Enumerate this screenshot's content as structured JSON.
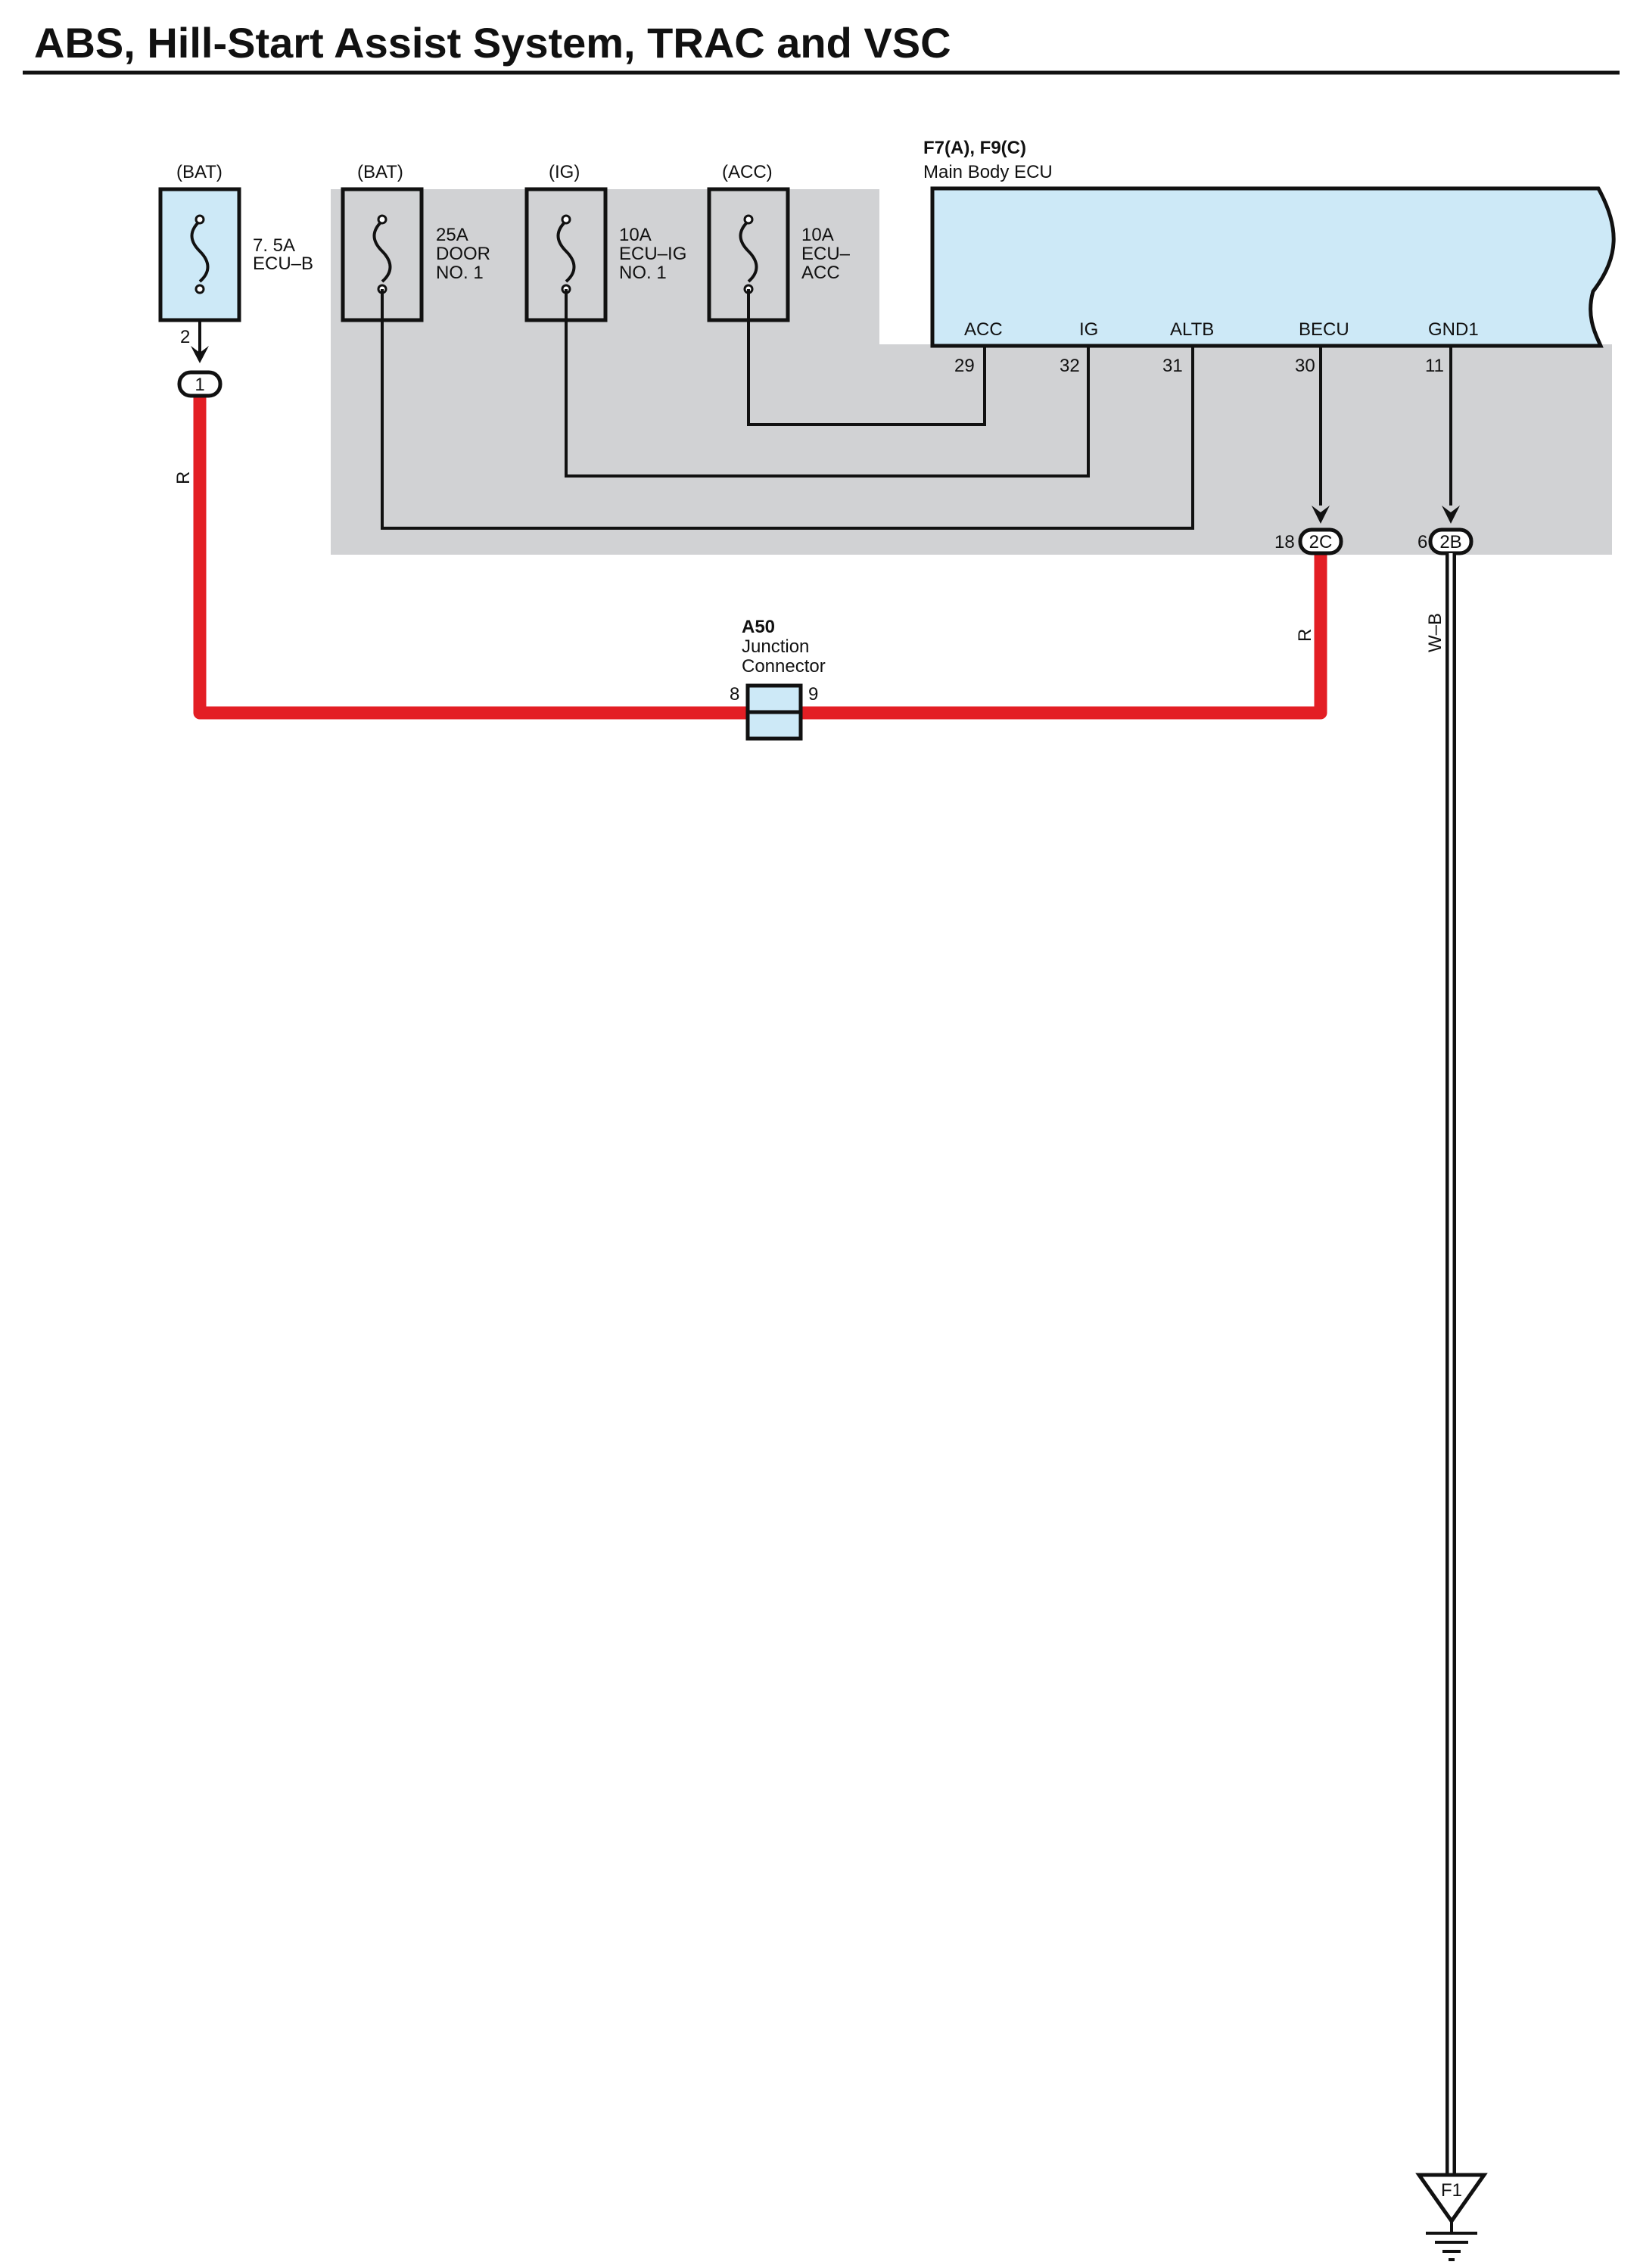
{
  "title": "ABS, Hill-Start Assist System, TRAC and VSC",
  "fuses": [
    {
      "supply": "(BAT)",
      "rating": "7. 5A",
      "name1": "ECU–B",
      "name2": ""
    },
    {
      "supply": "(BAT)",
      "rating": "25A",
      "name1": "DOOR",
      "name2": "NO. 1"
    },
    {
      "supply": "(IG)",
      "rating": "10A",
      "name1": "ECU–IG",
      "name2": "NO. 1"
    },
    {
      "supply": "(ACC)",
      "rating": "10A",
      "name1": "ECU–",
      "name2": "ACC"
    }
  ],
  "ecu": {
    "connector": "F7(A), F9(C)",
    "name": "Main Body ECU",
    "terminals": [
      {
        "name": "ACC",
        "pin": "29"
      },
      {
        "name": "IG",
        "pin": "32"
      },
      {
        "name": "ALTB",
        "pin": "31"
      },
      {
        "name": "BECU",
        "pin": "30"
      },
      {
        "name": "GND1",
        "pin": "11"
      }
    ]
  },
  "fuse_ecub_pin": "2",
  "connectors": [
    {
      "id": "1",
      "pin": ""
    },
    {
      "id": "2C",
      "pin": "18"
    },
    {
      "id": "2B",
      "pin": "6"
    }
  ],
  "wire_colors": {
    "left_red": "R",
    "right_red": "R",
    "ground": "W–B"
  },
  "junction": {
    "code": "A50",
    "name1": "Junction",
    "name2": "Connector",
    "pin_left": "8",
    "pin_right": "9"
  },
  "ground": {
    "label": "F1"
  },
  "colors": {
    "wire_red": "#e31e24",
    "component_fill": "#cde9f7",
    "shade": "#d1d2d4",
    "line": "#231f20"
  }
}
